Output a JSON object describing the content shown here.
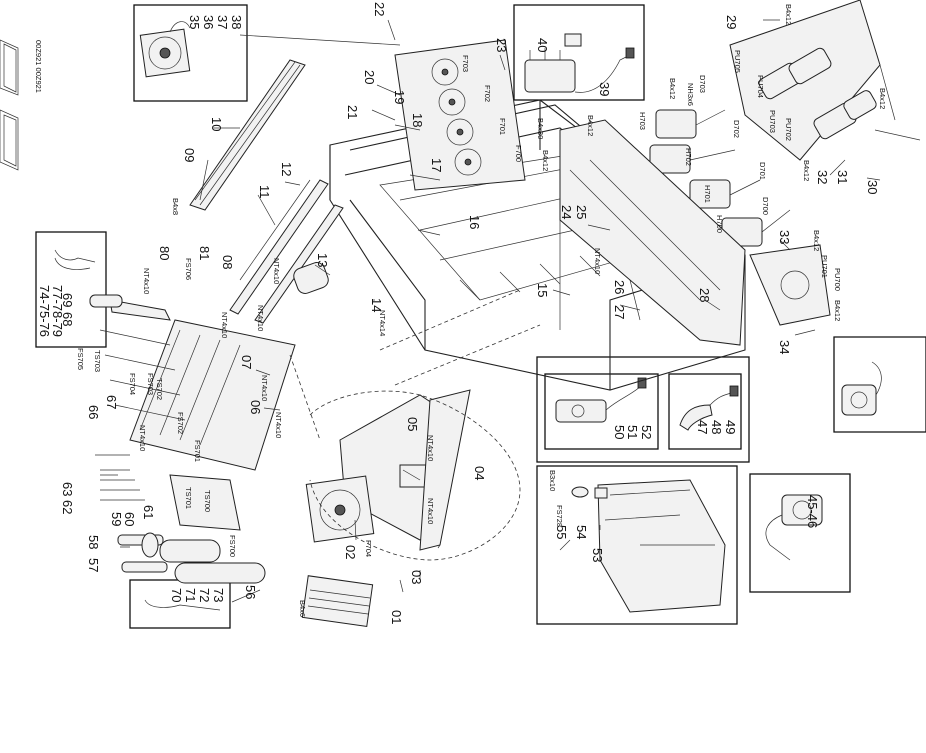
{
  "labels": [
    "01",
    "02",
    "03",
    "04",
    "05",
    "06",
    "07",
    "08",
    "09",
    "10",
    "11",
    "12",
    "13",
    "14",
    "15",
    "16",
    "17",
    "18",
    "19",
    "20",
    "21",
    "22",
    "23",
    "24",
    "25",
    "26",
    "27",
    "28",
    "29",
    "30",
    "31",
    "32",
    "33",
    "34",
    "35",
    "36",
    "37",
    "38",
    "39",
    "40",
    "50",
    "51",
    "52",
    "53",
    "54",
    "55",
    "56",
    "57",
    "58",
    "59",
    "60",
    "61",
    "62",
    "63",
    "66",
    "67",
    "68",
    "69",
    "80",
    "81",
    "45-46",
    "47",
    "48",
    "49",
    "70",
    "71",
    "72",
    "73",
    "74-75-76",
    "77-78-79"
  ],
  "refs": [
    "F700",
    "F701",
    "F702",
    "F703",
    "F704",
    "FS700",
    "FS701",
    "FS702",
    "FS703",
    "FS704",
    "FS705",
    "FS706",
    "FS728",
    "TS700",
    "TS701",
    "TS702",
    "TS703",
    "H700",
    "H701",
    "H702",
    "H703",
    "D700",
    "D701",
    "D702",
    "D703",
    "PU700",
    "PU701",
    "PU702",
    "PU703",
    "PU704",
    "PU705"
  ],
  "screws": [
    "B4x6",
    "B4x8",
    "B4x12",
    "B4x30",
    "B3x10",
    "NT4x10",
    "NT4x14",
    "NH3x6"
  ],
  "corner_code": "00Z921 00Z921"
}
